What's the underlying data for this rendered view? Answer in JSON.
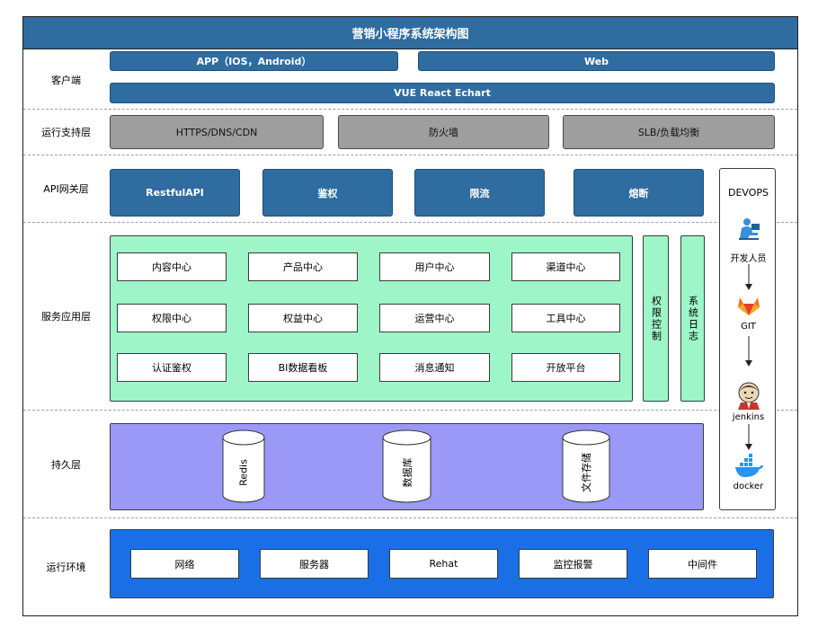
{
  "title": "营销小程序系统架构图",
  "layers": {
    "client": {
      "label": "客户端",
      "app": "APP（IOS，Android）",
      "web": "Web",
      "vue": "VUE  React  Echart"
    },
    "runtime_support": {
      "label": "运行支持层",
      "items": [
        "HTTPS/DNS/CDN",
        "防火墙",
        "SLB/负载均衡"
      ]
    },
    "api_gateway": {
      "label": "API网关层",
      "items": [
        "RestfulAPI",
        "鉴权",
        "限流",
        "熔断"
      ]
    },
    "service": {
      "label": "服务应用层",
      "grid": [
        "内容中心",
        "产品中心",
        "用户中心",
        "渠道中心",
        "权限中心",
        "权益中心",
        "运营中心",
        "工具中心",
        "认证鉴权",
        "BI数据看板",
        "消息通知",
        "开放平台"
      ],
      "side_permission": "权限控制",
      "side_log": "系统日志"
    },
    "persistence": {
      "label": "持久层",
      "stores": [
        "Redis",
        "数据库",
        "文件存储"
      ]
    },
    "environment": {
      "label": "运行环境",
      "items": [
        "网络",
        "服务器",
        "Rehat",
        "监控报警",
        "中间件"
      ]
    }
  },
  "devops": {
    "title": "DEVOPS",
    "steps": [
      "开发人员",
      "GIT",
      "jenkins",
      "docker"
    ]
  },
  "colors": {
    "title_bar": "#2f6c9f",
    "service_green": "#9ef5c8",
    "persistence_purple": "#9b99f7",
    "environment_blue": "#1a6fe6",
    "gray": "#9e9e9e"
  },
  "icons": [
    "developer-icon",
    "gitlab-icon",
    "jenkins-icon",
    "docker-icon"
  ]
}
